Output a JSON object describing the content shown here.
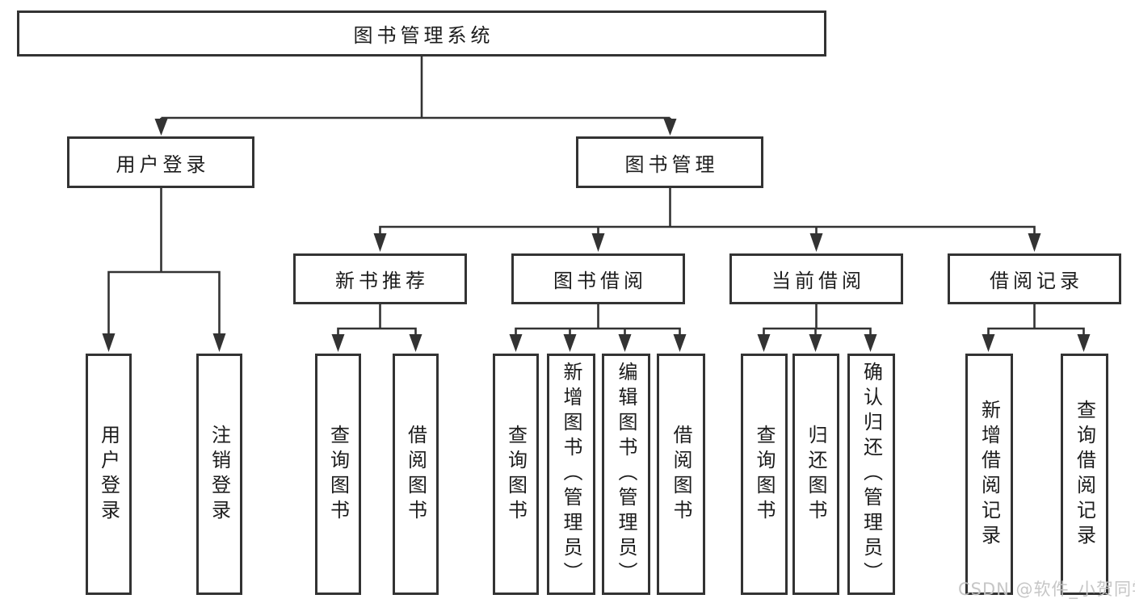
{
  "diagram": {
    "root_label": "图书管理系统",
    "level2": {
      "user": {
        "label": "用户登录",
        "children": [
          "用户登录",
          "注销登录"
        ]
      },
      "books": {
        "label": "图书管理",
        "sections": {
          "recommend": {
            "label": "新书推荐",
            "children": [
              "查询图书",
              "借阅图书"
            ]
          },
          "borrow": {
            "label": "图书借阅",
            "children": [
              "查询图书",
              "新增图书（管理员）",
              "编辑图书（管理员）",
              "借阅图书"
            ]
          },
          "current": {
            "label": "当前借阅",
            "children": [
              "查询图书",
              "归还图书",
              "确认归还（管理员）"
            ]
          },
          "records": {
            "label": "借阅记录",
            "children": [
              "新增借阅记录",
              "查询借阅记录"
            ]
          }
        }
      }
    },
    "colors": {
      "line": "#333333",
      "text": "#1c1c1c",
      "background": "#ffffff",
      "watermark": "#c3c3c3"
    }
  },
  "watermark": {
    "text": "CSDN @软件_小贺同学"
  }
}
